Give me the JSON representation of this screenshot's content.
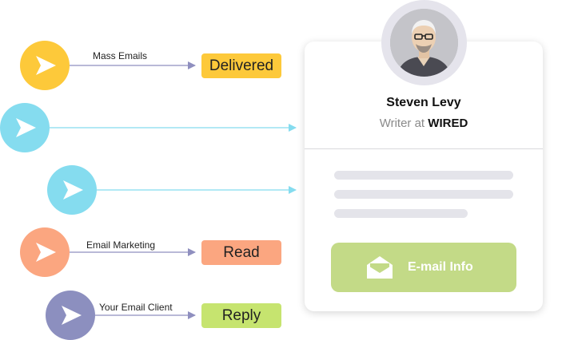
{
  "flows": {
    "mass_emails": "Mass Emails",
    "email_marketing": "Email Marketing",
    "your_email_client": "Your Email Client"
  },
  "statuses": {
    "delivered": "Delivered",
    "read": "Read",
    "reply": "Reply"
  },
  "profile": {
    "name": "Steven Levy",
    "role_prefix": "Writer at",
    "company": "WIRED"
  },
  "action": {
    "email_info_label": "E-mail Info"
  },
  "colors": {
    "yellow": "#fdc93a",
    "cyan": "#85dcef",
    "salmon": "#fba680",
    "purple": "#8c8fbf",
    "green": "#c3da87",
    "delivered_bg": "#fdc93a",
    "read_bg": "#fba680",
    "reply_bg": "#c6e46f"
  },
  "icons": {
    "send": "send-icon",
    "email": "envelope-open-icon",
    "avatar": "avatar-icon"
  }
}
